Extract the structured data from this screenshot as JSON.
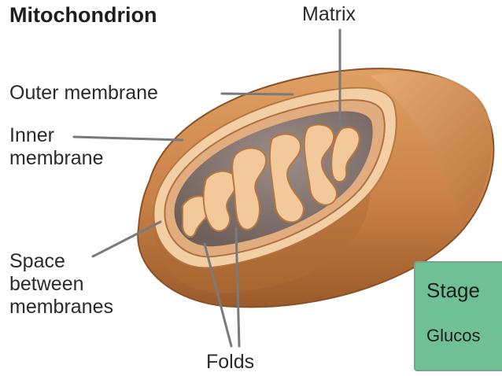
{
  "title": "Mitochondrion",
  "labels": {
    "matrix": "Matrix",
    "outer_membrane": "Outer membrane",
    "inner_membrane": [
      "Inner",
      "membrane"
    ],
    "space_between": [
      "Space",
      "between",
      "membranes"
    ],
    "folds": "Folds"
  },
  "stage_box": {
    "title": "Stage",
    "subtitle": "Glucos"
  },
  "colors": {
    "outer_shell": "#c8864c",
    "outer_shell_dark": "#a86530",
    "inner_wall": "#e7b98a",
    "matrix": "#8a7a78",
    "matrix_light": "#a8958f",
    "fold_fill": "#f1c79c",
    "stage_box": "#6fc095",
    "leader_line": "#7a7a7a"
  }
}
